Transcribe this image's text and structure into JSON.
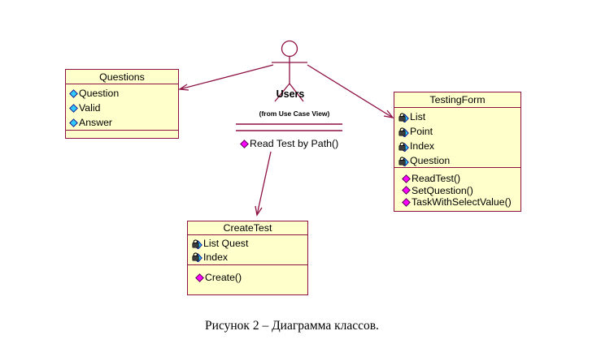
{
  "diagram": {
    "colors": {
      "line": "#8E1144",
      "class_fill": "#FFFFCC",
      "attribute_icon_fill": "#2FCBFF",
      "operation_icon_fill": "#FF00FF"
    },
    "actor": {
      "name": "Users",
      "origin": "(from Use Case View)",
      "operations": [
        {
          "label": "Read Test by Path()"
        }
      ]
    },
    "classes": [
      {
        "name": "Questions",
        "attributes": [
          {
            "label": "Question",
            "visibility": "public"
          },
          {
            "label": "Valid",
            "visibility": "public"
          },
          {
            "label": "Answer",
            "visibility": "public"
          }
        ],
        "operations": []
      },
      {
        "name": "TestingForm",
        "attributes": [
          {
            "label": "List",
            "visibility": "private"
          },
          {
            "label": "Point",
            "visibility": "private"
          },
          {
            "label": "Index",
            "visibility": "private"
          },
          {
            "label": "Question",
            "visibility": "private"
          }
        ],
        "operations": [
          {
            "label": "ReadTest()"
          },
          {
            "label": "SetQuestion()"
          },
          {
            "label": "TaskWithSelectValue()"
          }
        ]
      },
      {
        "name": "CreateTest",
        "attributes": [
          {
            "label": "List Quest",
            "visibility": "private"
          },
          {
            "label": "Index",
            "visibility": "private"
          }
        ],
        "operations": [
          {
            "label": "Create()"
          }
        ]
      }
    ],
    "caption": "Рисунок 2 – Диаграмма классов."
  }
}
